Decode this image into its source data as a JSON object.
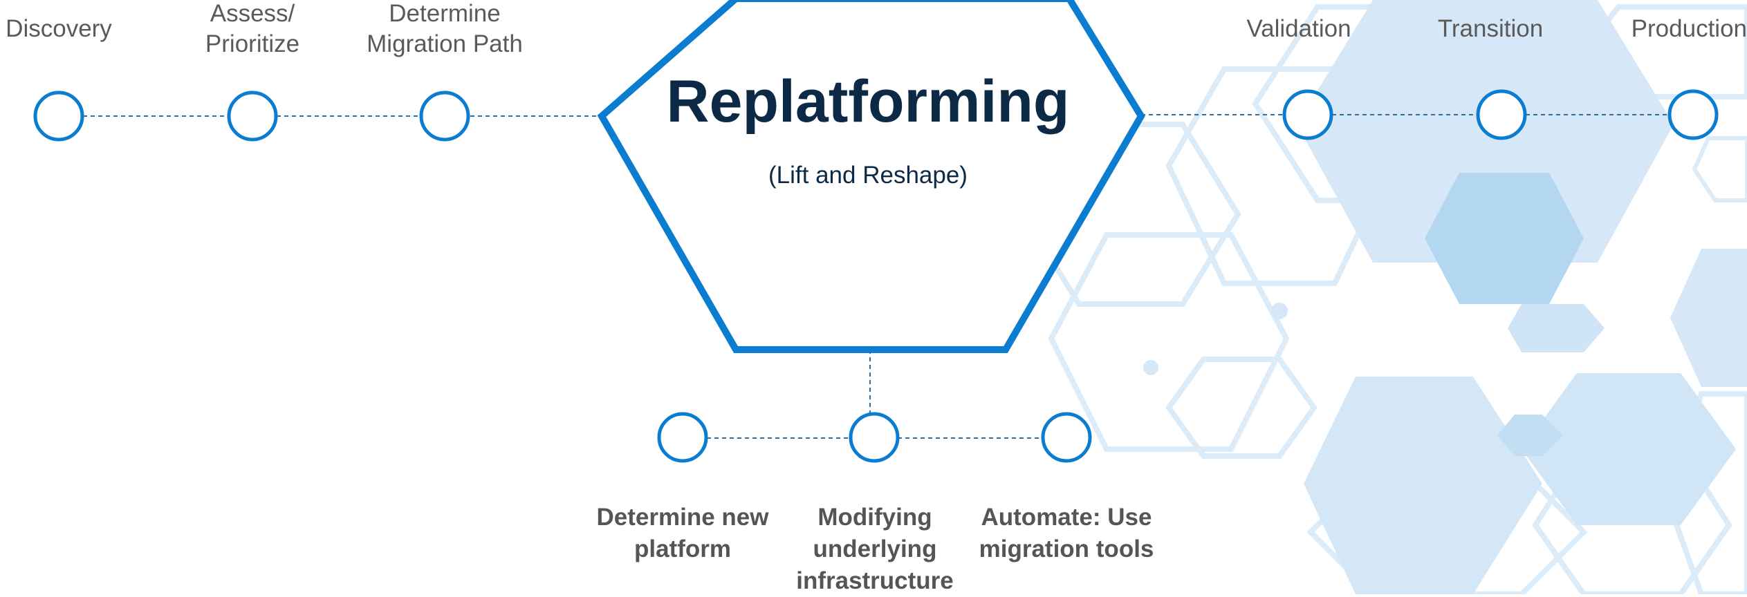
{
  "title": "Replatforming",
  "subtitle": "(Lift and Reshape)",
  "top_steps": {
    "discovery": "Discovery",
    "assess": [
      "Assess/",
      "Prioritize"
    ],
    "determine": [
      "Determine",
      "Migration Path"
    ],
    "validation": "Validation",
    "transition": "Transition",
    "production": "Production"
  },
  "sub_steps": {
    "new_platform": [
      "Determine new",
      "platform"
    ],
    "modifying": [
      "Modifying",
      "underlying",
      "infrastructure"
    ],
    "automate": [
      "Automate: Use",
      "migration tools"
    ]
  },
  "colors": {
    "accent": "#0a7dd0",
    "title": "#0c2a45",
    "label": "#5a5a5a",
    "decor_fill": "#cfe5f6",
    "decor_stroke": "#d9eaf8"
  }
}
